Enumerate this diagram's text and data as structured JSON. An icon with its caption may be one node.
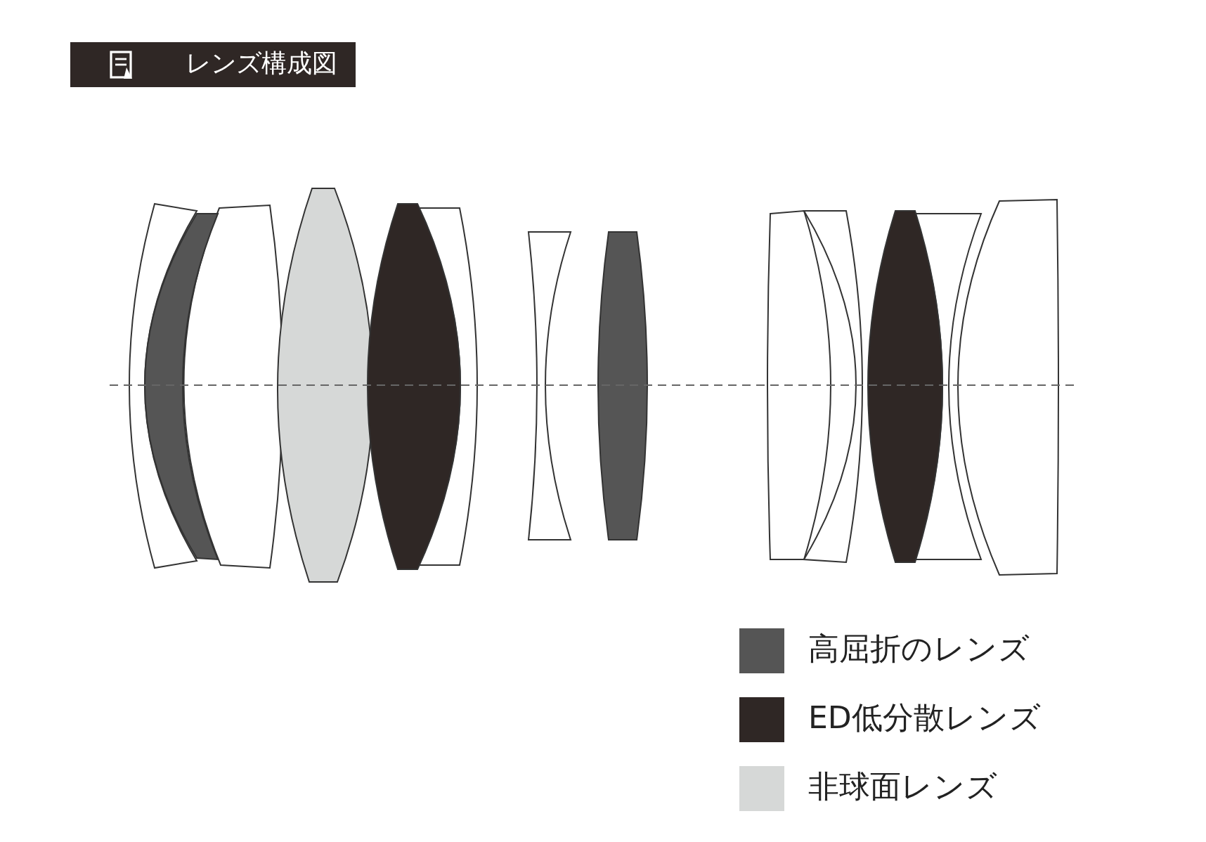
{
  "diagram": {
    "title": "レンズ構成図",
    "legend": [
      {
        "text": "高屈折のレンズ",
        "color": "#555555"
      },
      {
        "text": "ED低分散レンズ",
        "color": "#2f2725"
      },
      {
        "text": "非球面レンズ",
        "color": "#d6d8d7"
      }
    ]
  }
}
